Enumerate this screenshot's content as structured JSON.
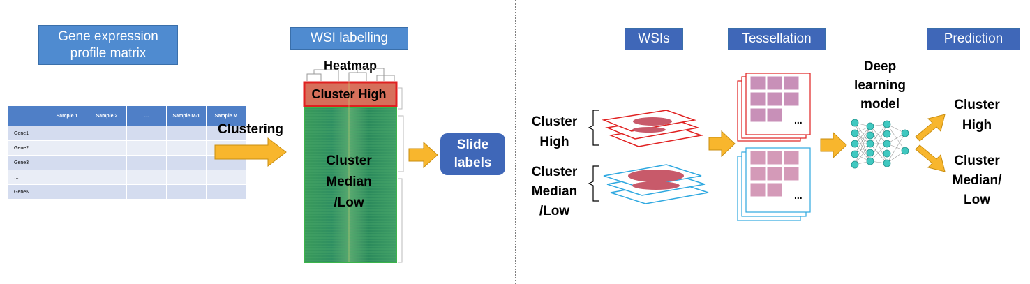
{
  "headers": {
    "gene_matrix": "Gene expression profile matrix",
    "wsi_labelling": "WSI labelling",
    "wsis": "WSIs",
    "tessellation": "Tessellation",
    "prediction": "Prediction"
  },
  "matrix": {
    "columns": [
      "",
      "Sample 1",
      "Sample 2",
      "…",
      "Sample M-1",
      "Sample M"
    ],
    "rows": [
      "Gene1",
      "Gene2",
      "Gene3",
      "…",
      "GeneN"
    ]
  },
  "labels": {
    "clustering": "Clustering",
    "heatmap": "Heatmap",
    "cluster_high_heat": "Cluster High",
    "cluster_median_heat": "Cluster Median /Low",
    "slide_labels": "Slide labels",
    "wsi_cluster_high": "Cluster High",
    "wsi_cluster_median": "Cluster Median /Low",
    "deep_learning": "Deep learning model",
    "pred_high": "Cluster High",
    "pred_median": "Cluster Median/ Low",
    "tile_ellipsis": "..."
  },
  "colors": {
    "header_blue": "#4f8bd0",
    "header_dark": "#3f67b8",
    "arrow_fill": "#f8b62d",
    "high_red": "#e03030",
    "low_cyan": "#2ea8e0",
    "node_teal": "#40c8c0"
  }
}
